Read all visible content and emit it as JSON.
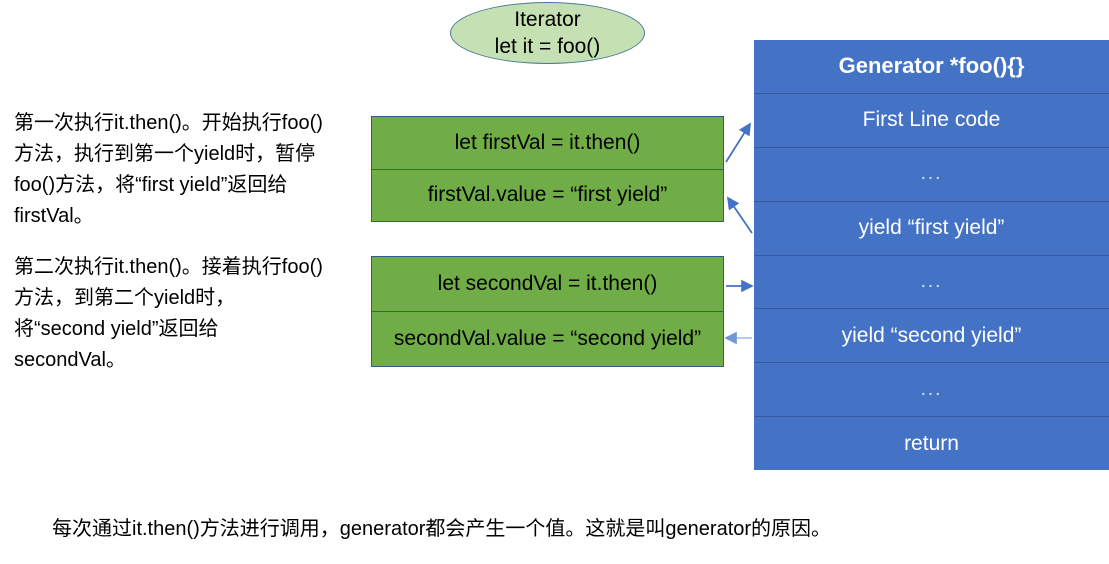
{
  "notes": {
    "first": "第一次执行it.then()。开始执行foo()方法，执行到第一个yield时，暂停foo()方法，将“first yield”返回给firstVal。",
    "second": "第二次执行it.then()。接着执行foo()方法，到第二个yield时，将“second yield”返回给secondVal。"
  },
  "iterator": {
    "title": "Iterator",
    "code": "let it = foo()"
  },
  "green_blocks": [
    {
      "name": "first-call",
      "rows": [
        "let firstVal = it.then()",
        "firstVal.value = “first yield”"
      ]
    },
    {
      "name": "second-call",
      "rows": [
        "let secondVal = it.then()",
        "secondVal.value = “second yield”"
      ]
    }
  ],
  "generator": {
    "header": "Generator *foo(){}",
    "rows": [
      "First Line code",
      "...",
      "yield “first yield”",
      "...",
      "yield “second yield”",
      "...",
      "return"
    ]
  },
  "caption": "每次通过it.then()方法进行调用，generator都会产生一个值。这就是叫generator的原因。",
  "colors": {
    "generator_fill": "#4472C4",
    "generator_divider": "#35589C",
    "green_fill": "#70AD47",
    "green_border": "#2E5F8A",
    "ellipse_fill": "#C5E0B3",
    "ellipse_border": "#4A7A9B",
    "arrow": "#4472C4",
    "arrow_light": "#A9C2E8",
    "text_dark": "#000000",
    "text_light": "#FFFFFF"
  }
}
